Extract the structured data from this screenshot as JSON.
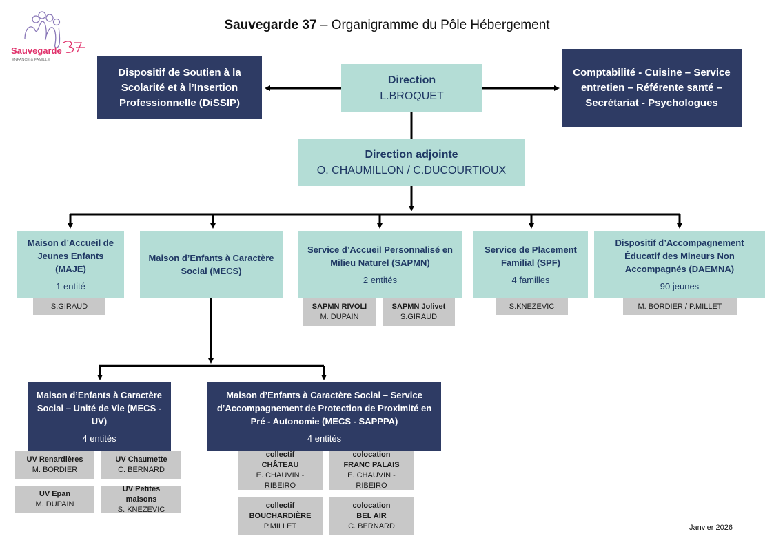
{
  "header": {
    "org_name": "Sauvegarde 37",
    "title_rest": " – Organigramme du Pôle Hébergement",
    "logo": {
      "icon": "sauvegarde-logo-icon",
      "text": "Sauvegarde",
      "number": "37",
      "subtitle": "ENFANCE & FAMILLE",
      "accent": "#e0306a",
      "line_color": "#8a78b8"
    }
  },
  "colors": {
    "teal": "#b4ddd6",
    "navy": "#2e3b64",
    "grey": "#c8c8c8",
    "teal_text": "#1f3864"
  },
  "direction": {
    "title": "Direction",
    "person": "L.BROQUET"
  },
  "dissip": {
    "title": "Dispositif de Soutien à la Scolarité et à l’Insertion Professionnelle (DiSSIP)"
  },
  "support": {
    "title": "Comptabilité - Cuisine – Service entretien – Référente santé – Secrétariat - Psychologues"
  },
  "direction_adjointe": {
    "title": "Direction adjointe",
    "person": "O. CHAUMILLON / C.DUCOURTIOUX"
  },
  "services": [
    {
      "title": "Maison d’Accueil de Jeunes Enfants (MAJE)",
      "count": "1 entité",
      "leads": [
        {
          "name": "S.GIRAUD"
        }
      ]
    },
    {
      "title": "Maison d’Enfants à Caractère Social (MECS)"
    },
    {
      "title": "Service d’Accueil Personnalisé en Milieu Naturel (SAPMN)",
      "count": "2 entités",
      "leads": [
        {
          "unit": "SAPMN RIVOLI",
          "name": "M. DUPAIN"
        },
        {
          "unit": "SAPMN Jolivet",
          "name": "S.GIRAUD"
        }
      ]
    },
    {
      "title": "Service de Placement Familial (SPF)",
      "count": "4 familles",
      "leads": [
        {
          "name": "S.KNEZEVIC"
        }
      ]
    },
    {
      "title": "Dispositif d’Accompagnement Éducatif des Mineurs Non Accompagnés (DAEMNA)",
      "count": "90 jeunes",
      "leads": [
        {
          "name": "M. BORDIER / P.MILLET"
        }
      ]
    }
  ],
  "mecs_uv": {
    "title": "Maison d’Enfants à Caractère Social – Unité de Vie (MECS - UV)",
    "count": "4 entités",
    "units": [
      {
        "unit": "UV Renardières",
        "name": "M. BORDIER"
      },
      {
        "unit": "UV Chaumette",
        "name": "C. BERNARD"
      },
      {
        "unit": "UV Epan",
        "name": "M. DUPAIN"
      },
      {
        "unit": "UV Petites maisons",
        "name": "S. KNEZEVIC"
      }
    ]
  },
  "mecs_sapppa": {
    "title": "Maison d’Enfants à Caractère Social – Service d’Accompagnement de Protection de Proximité en Pré - Autonomie (MECS - SAPPPA)",
    "count": "4 entités",
    "units": [
      {
        "type": "collectif",
        "unit": "CHÂTEAU",
        "name": "E. CHAUVIN -RIBEIRO"
      },
      {
        "type": "colocation",
        "unit": "FRANC PALAIS",
        "name": "E. CHAUVIN -RIBEIRO"
      },
      {
        "type": "collectif",
        "unit": "BOUCHARDIÈRE",
        "name": "P.MILLET"
      },
      {
        "type": "colocation",
        "unit": "BEL AIR",
        "name": "C. BERNARD"
      }
    ]
  },
  "footer": {
    "date": "Janvier 2026"
  }
}
